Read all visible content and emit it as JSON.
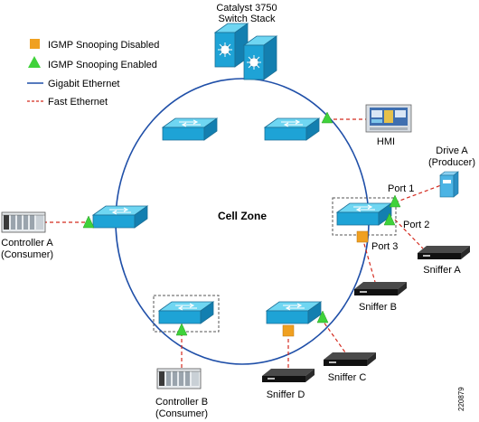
{
  "stack": {
    "line1": "Catalyst 3750",
    "line2": "Switch Stack"
  },
  "legend": {
    "igmp_disabled": "IGMP Snooping Disabled",
    "igmp_enabled": "IGMP Snooping Enabled",
    "gigabit": "Gigabit Ethernet",
    "fast": "Fast Ethernet"
  },
  "zone_label": "Cell Zone",
  "hmi": "HMI",
  "drive": {
    "line1": "Drive A",
    "line2": "(Producer)"
  },
  "ports": {
    "p1": "Port 1",
    "p2": "Port 2",
    "p3": "Port 3"
  },
  "controller_a": {
    "line1": "Controller A",
    "line2": "(Consumer)"
  },
  "controller_b": {
    "line1": "Controller B",
    "line2": "(Consumer)"
  },
  "sniffers": {
    "a": "Sniffer A",
    "b": "Sniffer B",
    "c": "Sniffer C",
    "d": "Sniffer D"
  },
  "figure_id": "220879",
  "colors": {
    "gigabit": "#1f4fa8",
    "fast": "#d42a1e",
    "enabled": "#3fd23a",
    "disabled": "#f0a020",
    "switch_top": "#5fd0f0",
    "switch_side": "#1c9fd0"
  }
}
